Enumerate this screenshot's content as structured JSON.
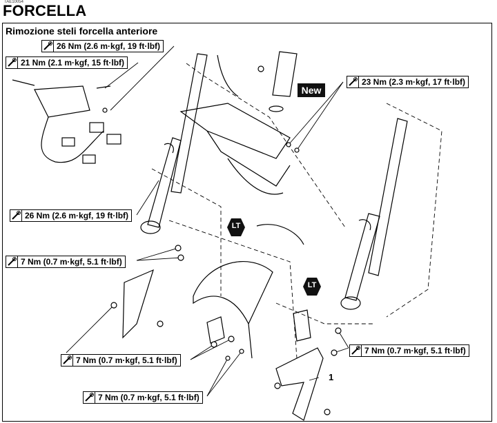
{
  "header": {
    "code": "TAE10054",
    "title": "FORCELLA"
  },
  "section": {
    "subtitle": "Rimozione steli forcella anteriore"
  },
  "callouts": {
    "c1": "26 Nm (2.6 m·kgf, 19 ft·lbf)",
    "c2": "21 Nm (2.1 m·kgf, 15 ft·lbf)",
    "c3": "23 Nm (2.3 m·kgf, 17 ft·lbf)",
    "c4": "26 Nm (2.6 m·kgf, 19 ft·lbf)",
    "c5": "7 Nm (0.7 m·kgf, 5.1 ft·lbf)",
    "c6": "7 Nm (0.7 m·kgf, 5.1 ft·lbf)",
    "c7": "7 Nm (0.7 m·kgf, 5.1 ft·lbf)",
    "c8": "7 Nm (0.7 m·kgf, 5.1 ft·lbf)"
  },
  "tags": {
    "new": "New",
    "lt1": "LT",
    "lt2": "LT"
  },
  "parts": {
    "p1": "1"
  },
  "icons": {
    "torque": "torque-wrench-icon",
    "locktite": "locktite-hex-icon"
  }
}
